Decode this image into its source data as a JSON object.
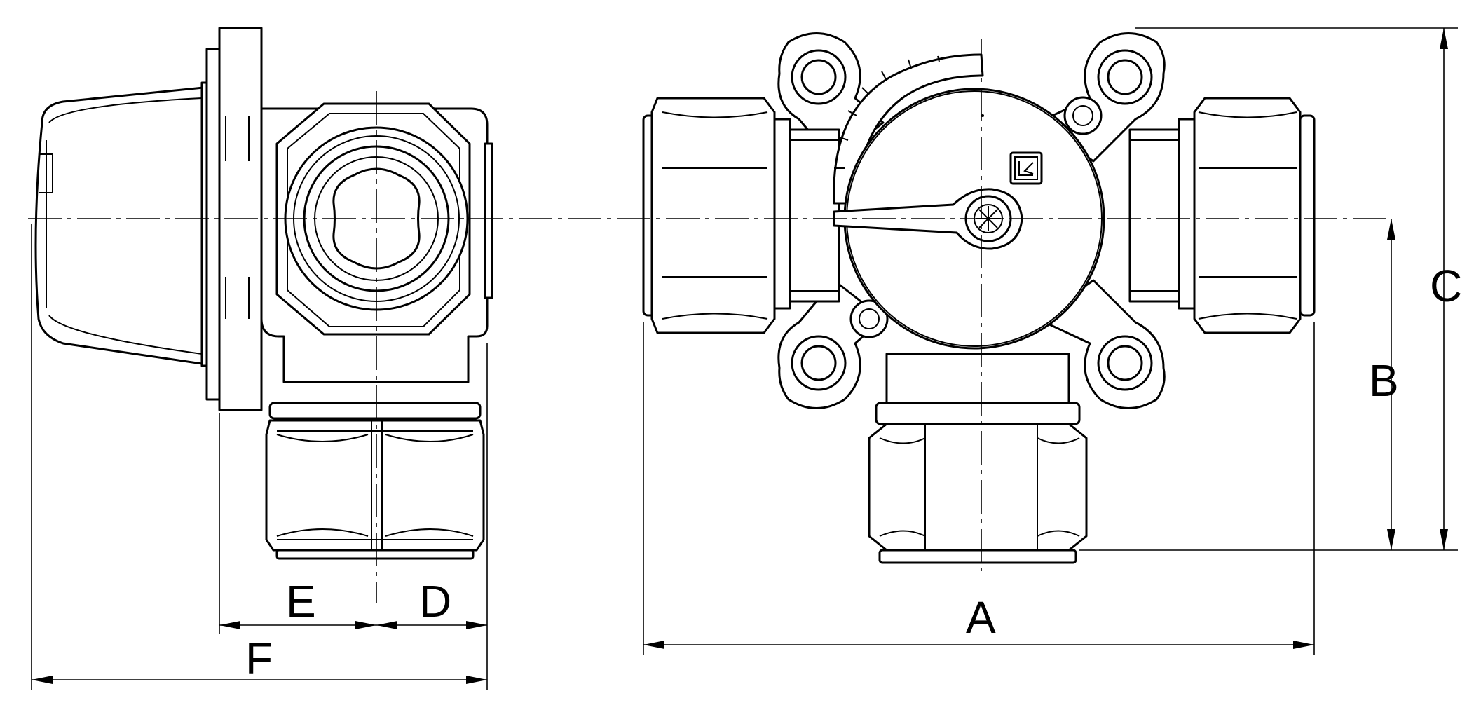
{
  "dimensions": {
    "A": "A",
    "B": "B",
    "C": "C",
    "D": "D",
    "E": "E",
    "F": "F"
  },
  "icons": {
    "logo": "valve-manufacturer-logo-icon",
    "shaft": "spindle-star-icon"
  }
}
